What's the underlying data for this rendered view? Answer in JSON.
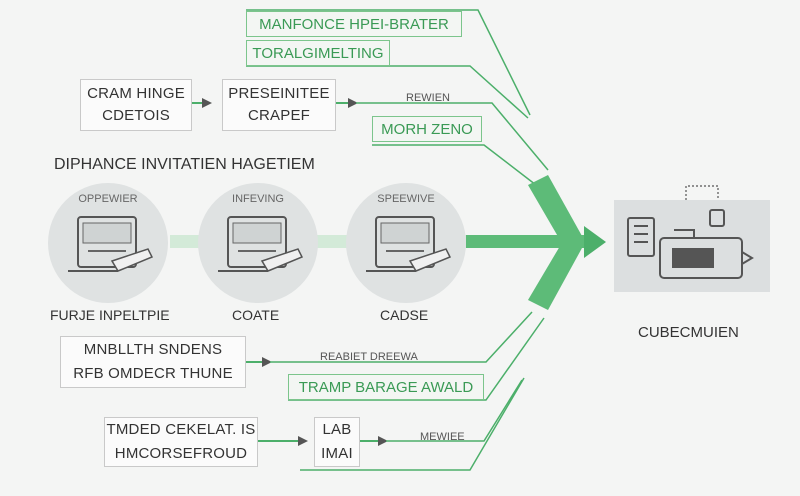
{
  "top_right_stack": {
    "title": "MANFONCE HPEI-BRATER",
    "subtitle": "TORALGIMELTING"
  },
  "flow_row_1": {
    "left_box": {
      "line1": "CRAM HINGE",
      "line2": "CDETOIS"
    },
    "mid_box": {
      "line1": "PRESEINITEE",
      "line2": "CRAPEF"
    },
    "edge_label": "REWIEN",
    "green_box": "MORH ZENO"
  },
  "section_title": "DIPHANCE INVITATIEN HAGETIEM",
  "stations": [
    {
      "top_label": "OPPEWIER",
      "bottom_label": "FURJE INPELTPIE"
    },
    {
      "top_label": "INFEVING",
      "bottom_label": "COATE"
    },
    {
      "top_label": "SPEEWIVE",
      "bottom_label": "CADSE"
    }
  ],
  "destination": {
    "label": "CUBECMUIEN"
  },
  "flow_row_2": {
    "left_box": {
      "line1": "MNBLLTH SNDENS",
      "line2": "RFB OMDECR THUNE"
    },
    "edge_label": "REABIET DREEWA",
    "green_box": "TRAMP BARAGE AWALD"
  },
  "flow_row_3": {
    "left_box": {
      "line1": "TMDED CEKELAT. IS",
      "line2": "HMCORSEFROUD"
    },
    "mid_box": {
      "line1": "LAB",
      "line2": "IMAI"
    },
    "edge_label": "MEWIEE"
  },
  "colors": {
    "accent_green": "#4caf6a",
    "light_green": "#b9e0c2",
    "box_border": "#c9c9c9",
    "circle_fill": "#dfe2e2"
  }
}
